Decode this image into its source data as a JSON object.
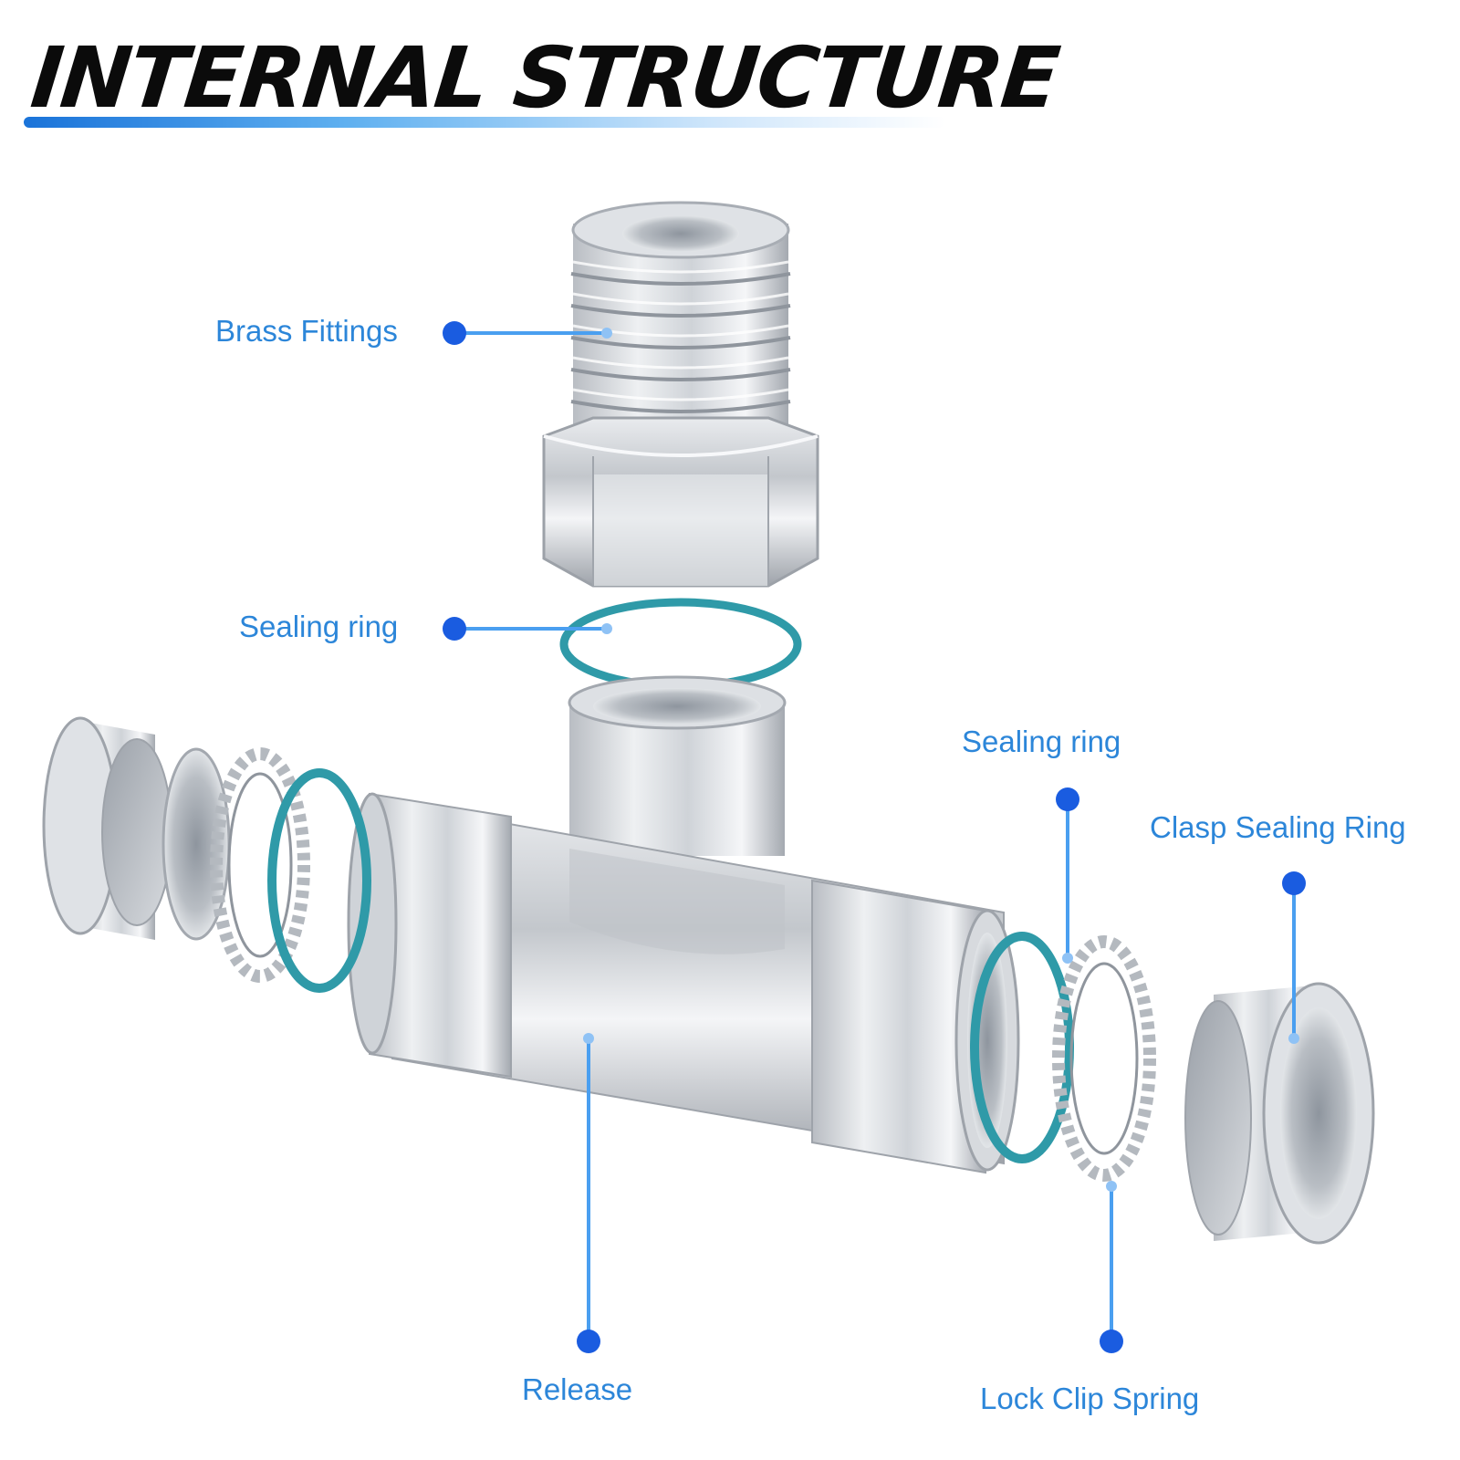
{
  "title": "INTERNAL STRUCTURE",
  "colors": {
    "accent": "#1a5ce0",
    "label": "#2c86d9",
    "metal": "#c9ccd0",
    "seal": "#2f9aa8"
  },
  "callouts": {
    "brass_fittings": "Brass Fittings",
    "sealing_ring_top": "Sealing ring",
    "sealing_ring_right": "Sealing ring",
    "clasp_sealing_ring": "Clasp Sealing Ring",
    "release": "Release",
    "lock_clip_spring": "Lock Clip Spring"
  }
}
